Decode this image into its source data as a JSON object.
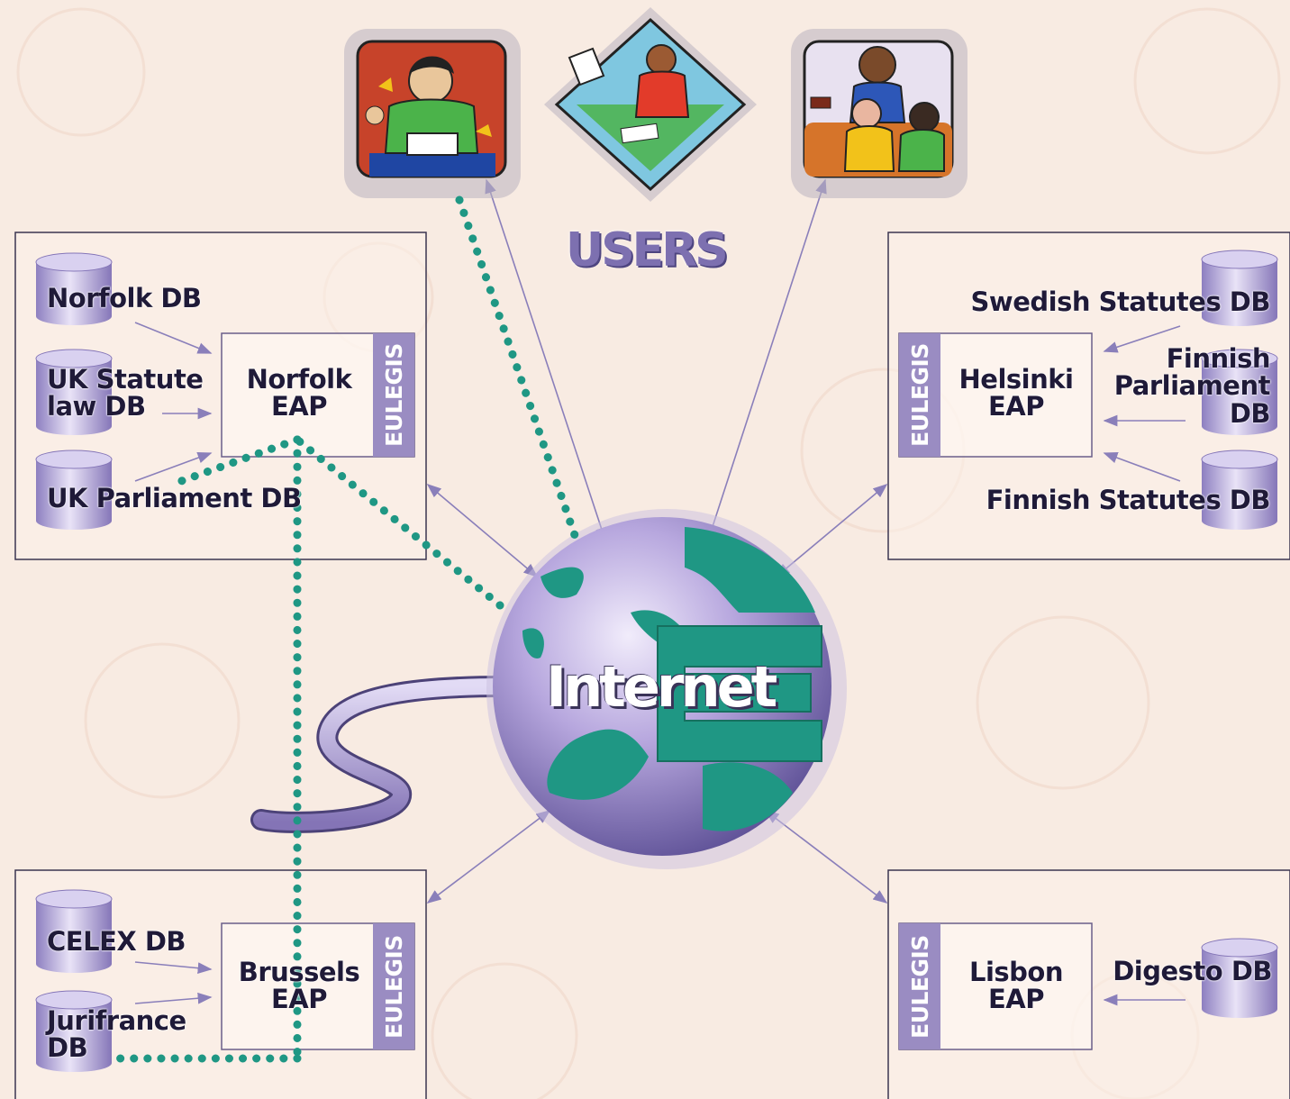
{
  "title": "USERS",
  "hub_label": "Internet",
  "system_tag": "EULEGIS",
  "nodes": {
    "norfolk": {
      "eap": [
        "Norfolk",
        "EAP"
      ],
      "databases": {
        "norfolk_db": "Norfolk DB",
        "uk_statute": [
          "UK Statute",
          "law DB"
        ],
        "uk_parliament": "UK Parliament DB"
      }
    },
    "helsinki": {
      "eap": [
        "Helsinki",
        "EAP"
      ],
      "databases": {
        "swedish": "Swedish Statutes DB",
        "finnish_parliament": [
          "Finnish",
          "Parliament",
          "DB"
        ],
        "finnish_statutes": "Finnish Statutes DB"
      }
    },
    "brussels": {
      "eap": [
        "Brussels",
        "EAP"
      ],
      "databases": {
        "celex": "CELEX DB",
        "jurifrance": [
          "Jurifrance",
          "DB"
        ]
      }
    },
    "lisbon": {
      "eap": [
        "Lisbon",
        "EAP"
      ],
      "databases": {
        "digesto": "Digesto DB"
      }
    }
  },
  "colors": {
    "background": "#f8ebe2",
    "eulegis_tag": "#9a8cc2",
    "globe": "#a796d0",
    "land": "#1f9784",
    "query_path": "#1f9784",
    "link": "#8a7fba",
    "text": "#1f1a38"
  },
  "icons": [
    "user-teacher-icon",
    "user-office-icon",
    "user-court-icon",
    "database-icon",
    "globe-icon"
  ]
}
